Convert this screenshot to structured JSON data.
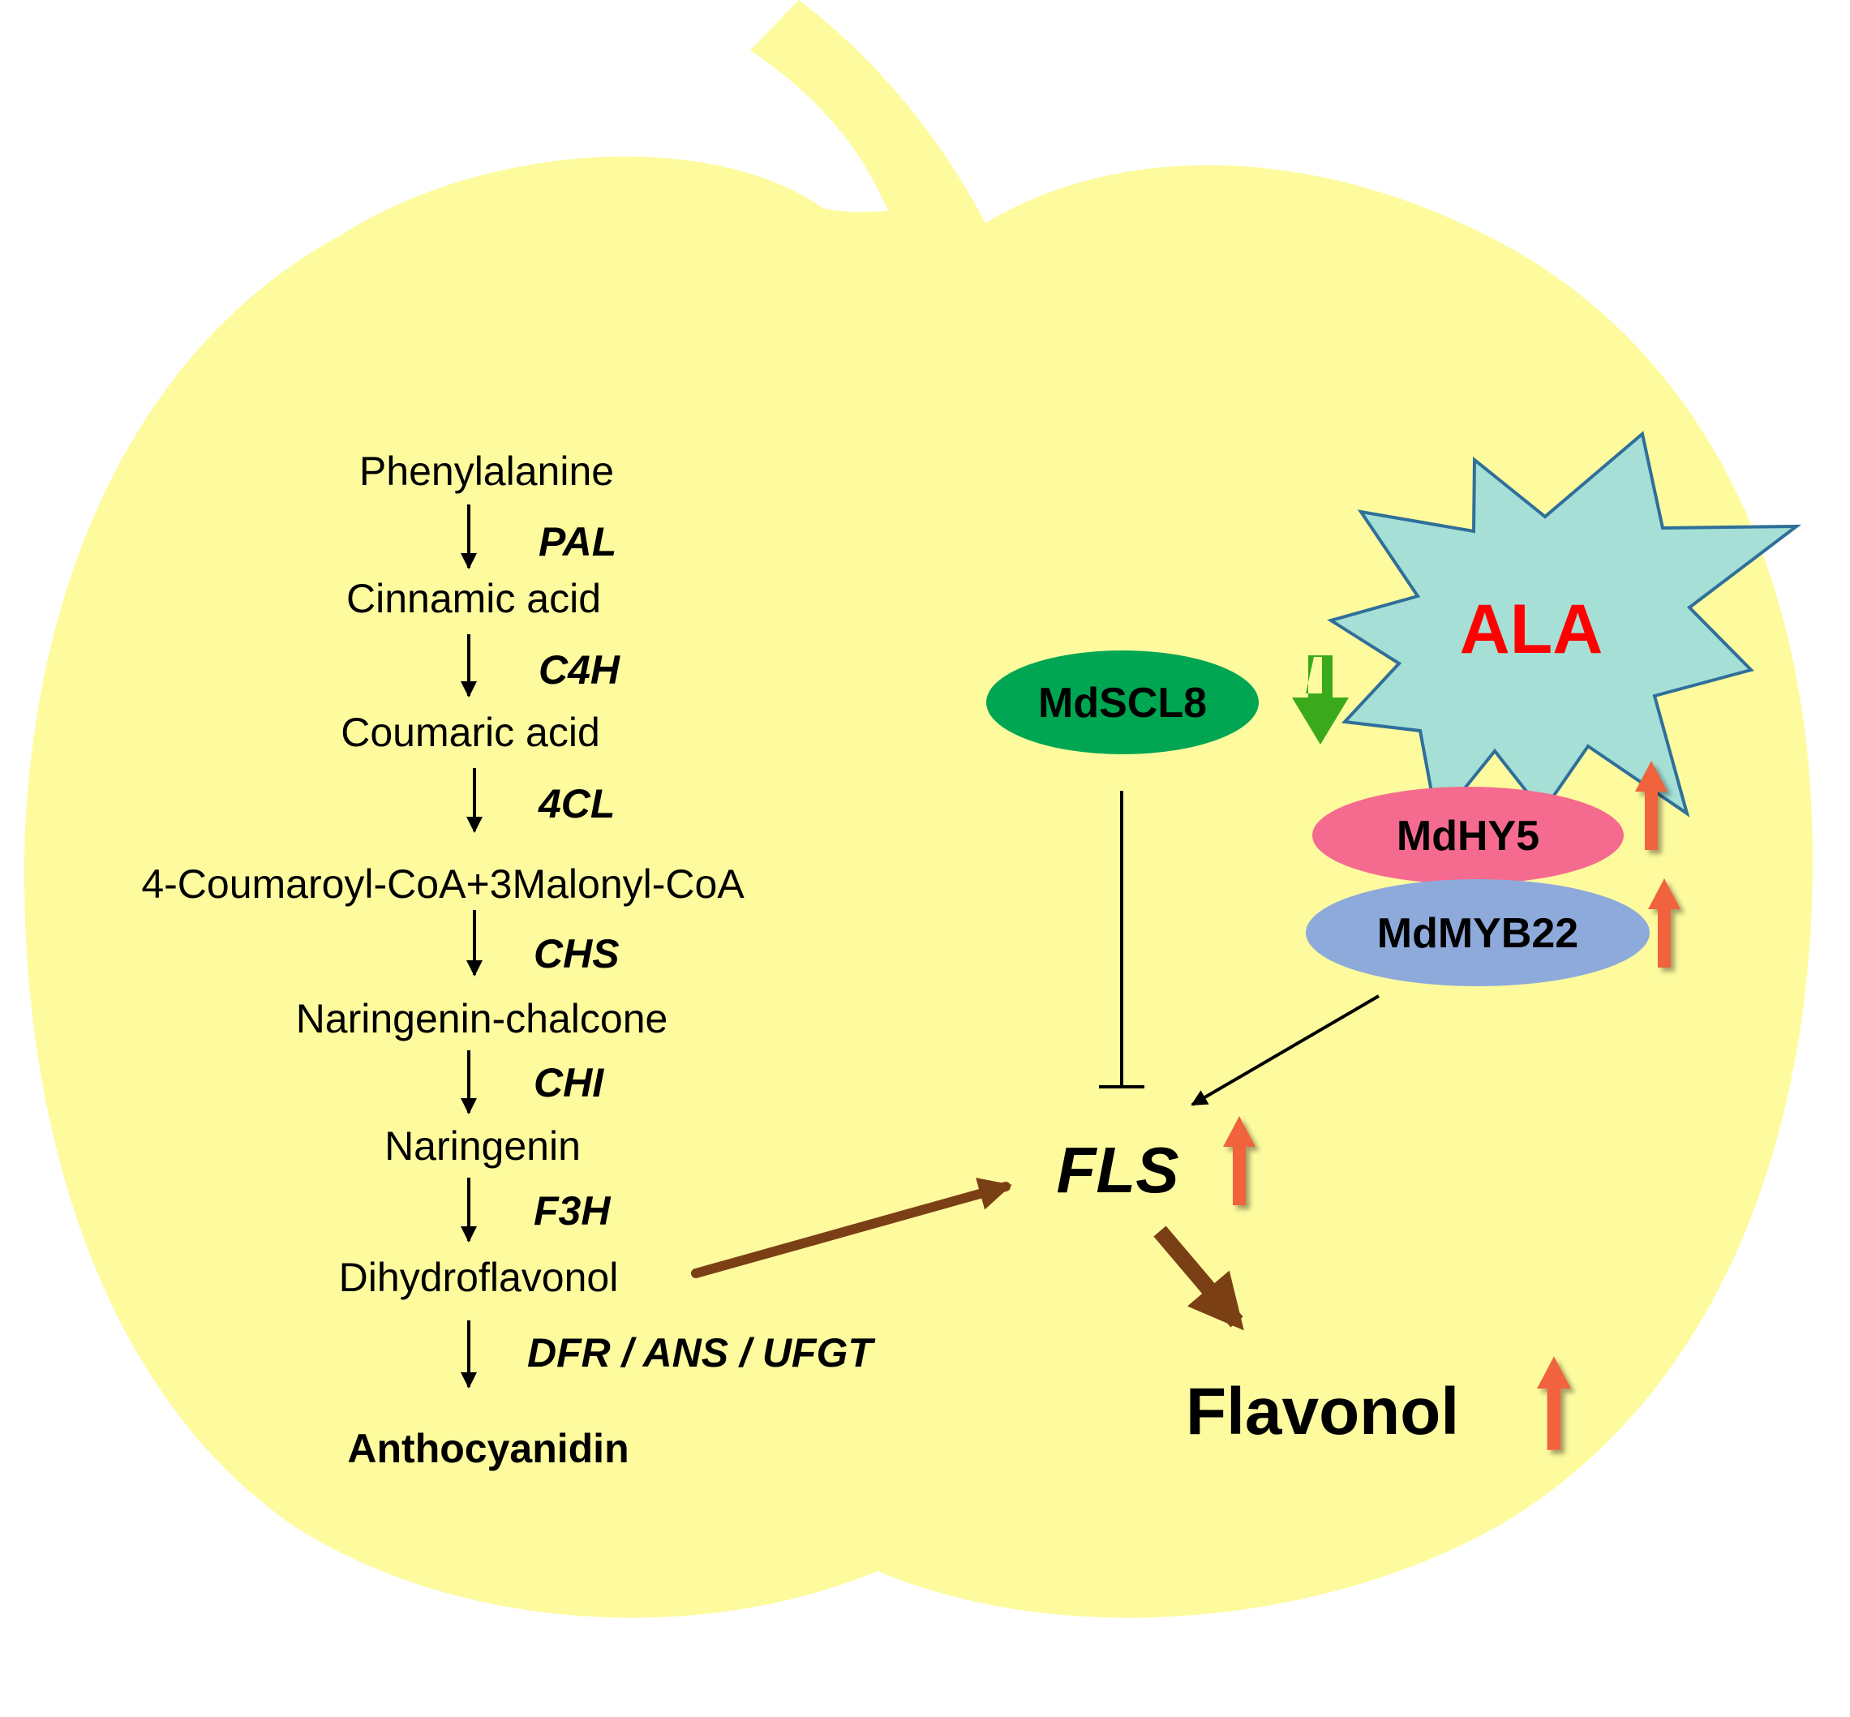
{
  "pathway": {
    "metabolites": [
      "Phenylalanine",
      "Cinnamic acid",
      "Coumaric acid",
      "4-Coumaroyl-CoA+3Malonyl-CoA",
      "Naringenin-chalcone",
      "Naringenin",
      "Dihydroflavonol"
    ],
    "enzymes": [
      "PAL",
      "C4H",
      "4CL",
      "CHS",
      "CHI",
      "F3H",
      "DFR / ANS / UFGT"
    ],
    "end_product": "Anthocyanidin"
  },
  "regulation": {
    "stimulus": "ALA",
    "repressor": "MdSCL8",
    "activator_1": "MdHY5",
    "activator_2": "MdMYB22",
    "target_gene": "FLS",
    "product": "Flavonol"
  },
  "colors": {
    "apple_fill": "#fdfb9e",
    "starburst_fill": "#a5dfd6",
    "starburst_stroke": "#2f6f9a",
    "ala_text": "#ff0000",
    "mdscl8_fill": "#00a651",
    "mdhy5_fill": "#f56b8f",
    "mdmyb22_fill": "#8eaadb",
    "up_arrow": "#f0643c",
    "down_arrow": "#3aaa1c",
    "brown_arrow": "#7b3f15"
  }
}
